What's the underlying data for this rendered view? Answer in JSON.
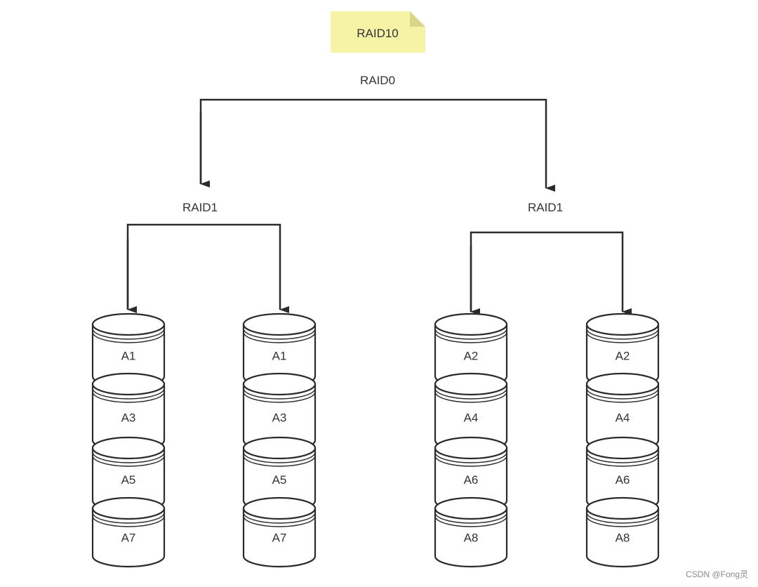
{
  "note": {
    "label": "RAID10",
    "color": "#f6f3a6",
    "fold_color": "#d9d58a"
  },
  "top_level": {
    "label": "RAID0"
  },
  "groups": [
    {
      "label": "RAID1",
      "columns": [
        {
          "disks": [
            "A1",
            "A3",
            "A5",
            "A7"
          ]
        },
        {
          "disks": [
            "A1",
            "A3",
            "A5",
            "A7"
          ]
        }
      ]
    },
    {
      "label": "RAID1",
      "columns": [
        {
          "disks": [
            "A2",
            "A4",
            "A6",
            "A8"
          ]
        },
        {
          "disks": [
            "A2",
            "A4",
            "A6",
            "A8"
          ]
        }
      ]
    }
  ],
  "watermark": "CSDN @Fong灵",
  "colors": {
    "stroke": "#2b2b2b",
    "disk_fill": "#ffffff",
    "text": "#333333"
  }
}
